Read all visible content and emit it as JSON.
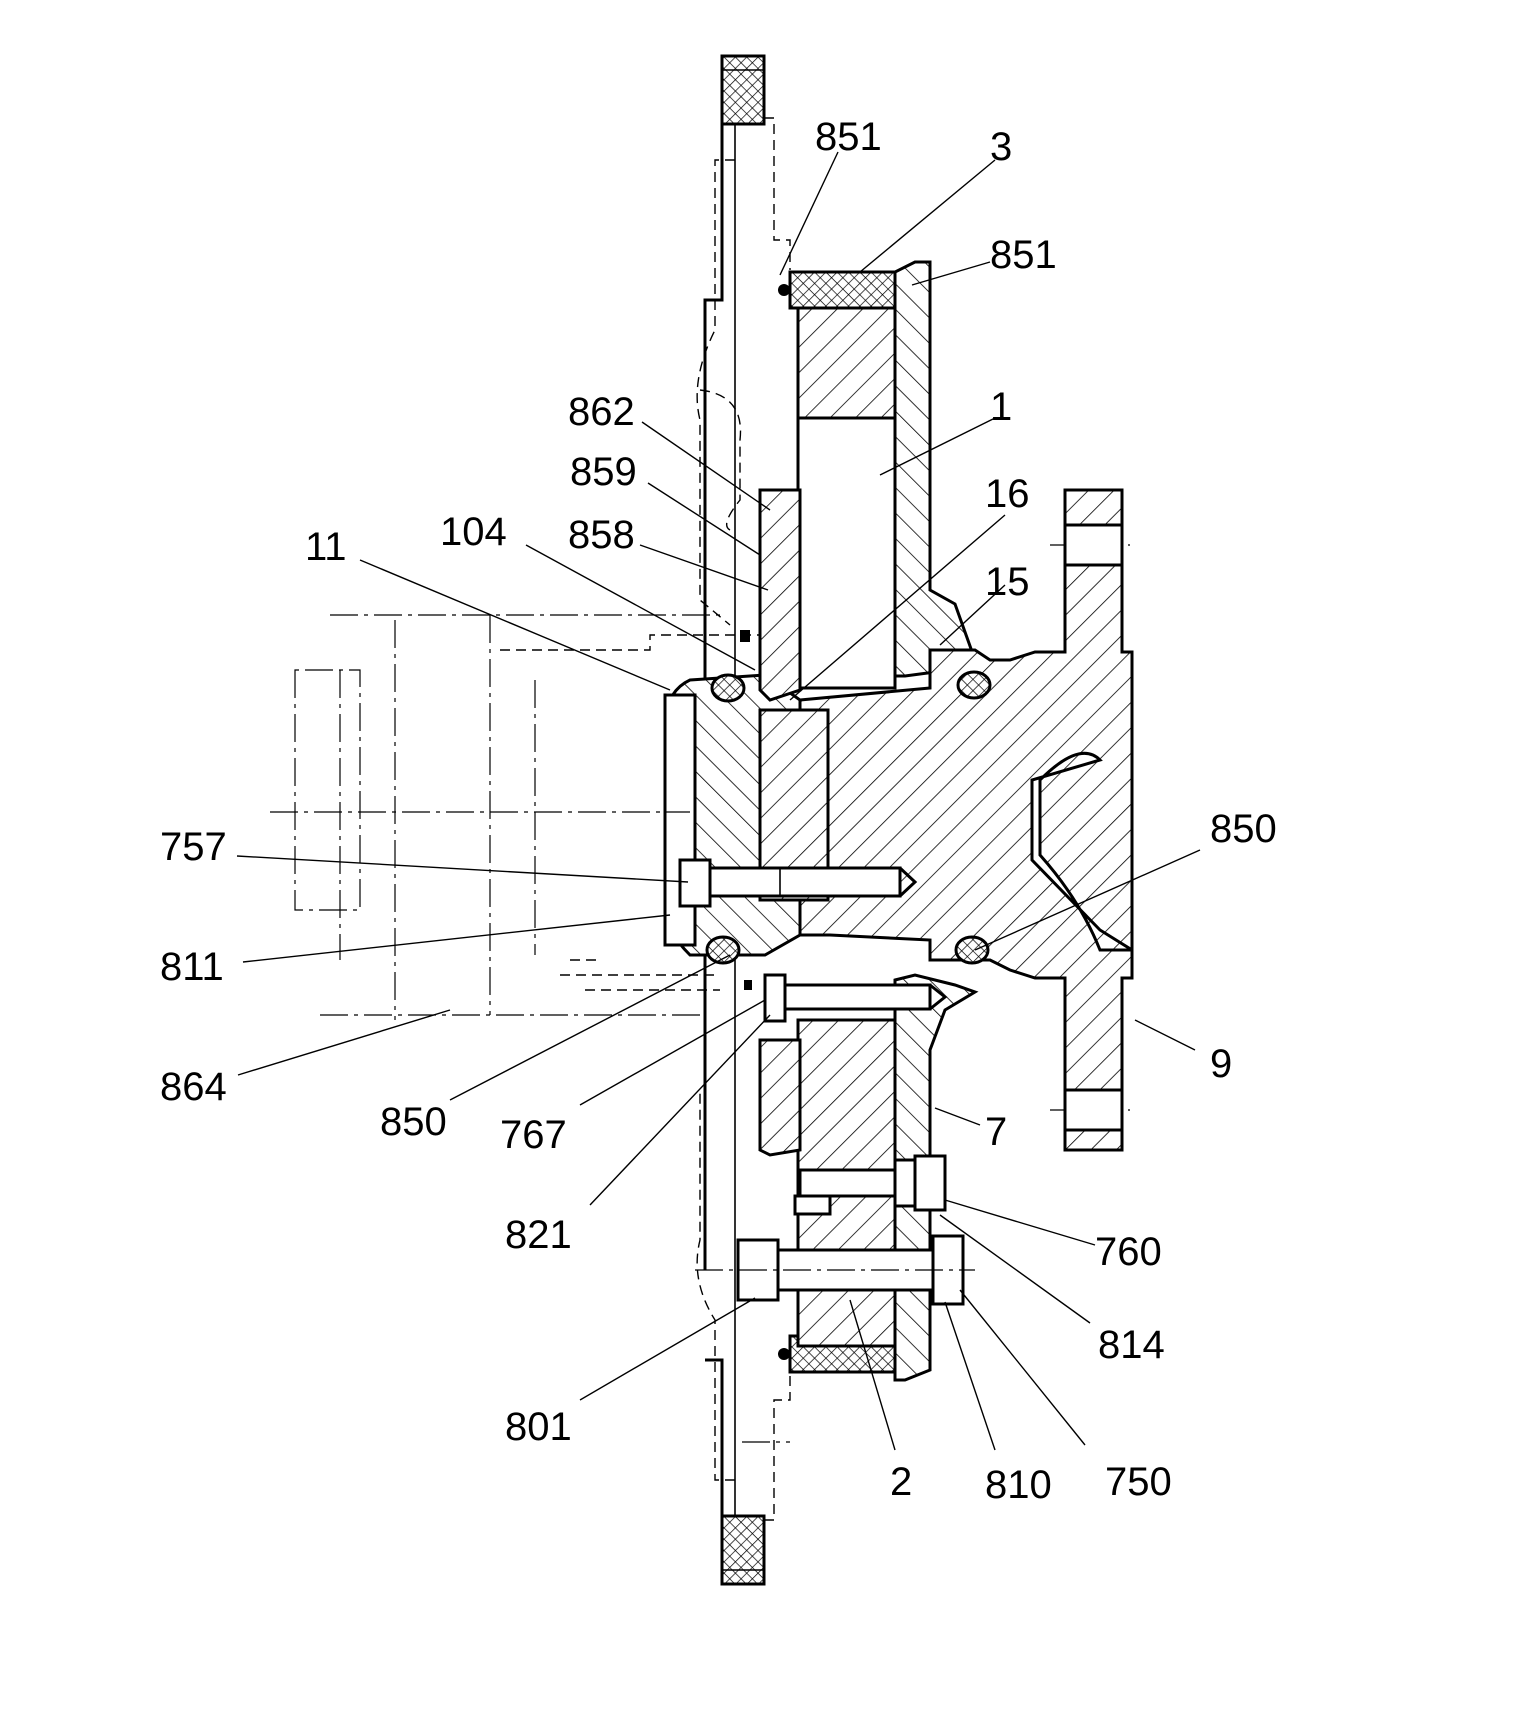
{
  "labels": {
    "l851a": "851",
    "l3": "3",
    "l851b": "851",
    "l862": "862",
    "l1": "1",
    "l859": "859",
    "l16": "16",
    "l858": "858",
    "l104": "104",
    "l11": "11",
    "l15": "15",
    "l850a": "850",
    "l757": "757",
    "l811": "811",
    "l9": "9",
    "l864": "864",
    "l850b": "850",
    "l767": "767",
    "l7": "7",
    "l821": "821",
    "l760": "760",
    "l814": "814",
    "l801": "801",
    "l2": "2",
    "l810": "810",
    "l750": "750"
  }
}
